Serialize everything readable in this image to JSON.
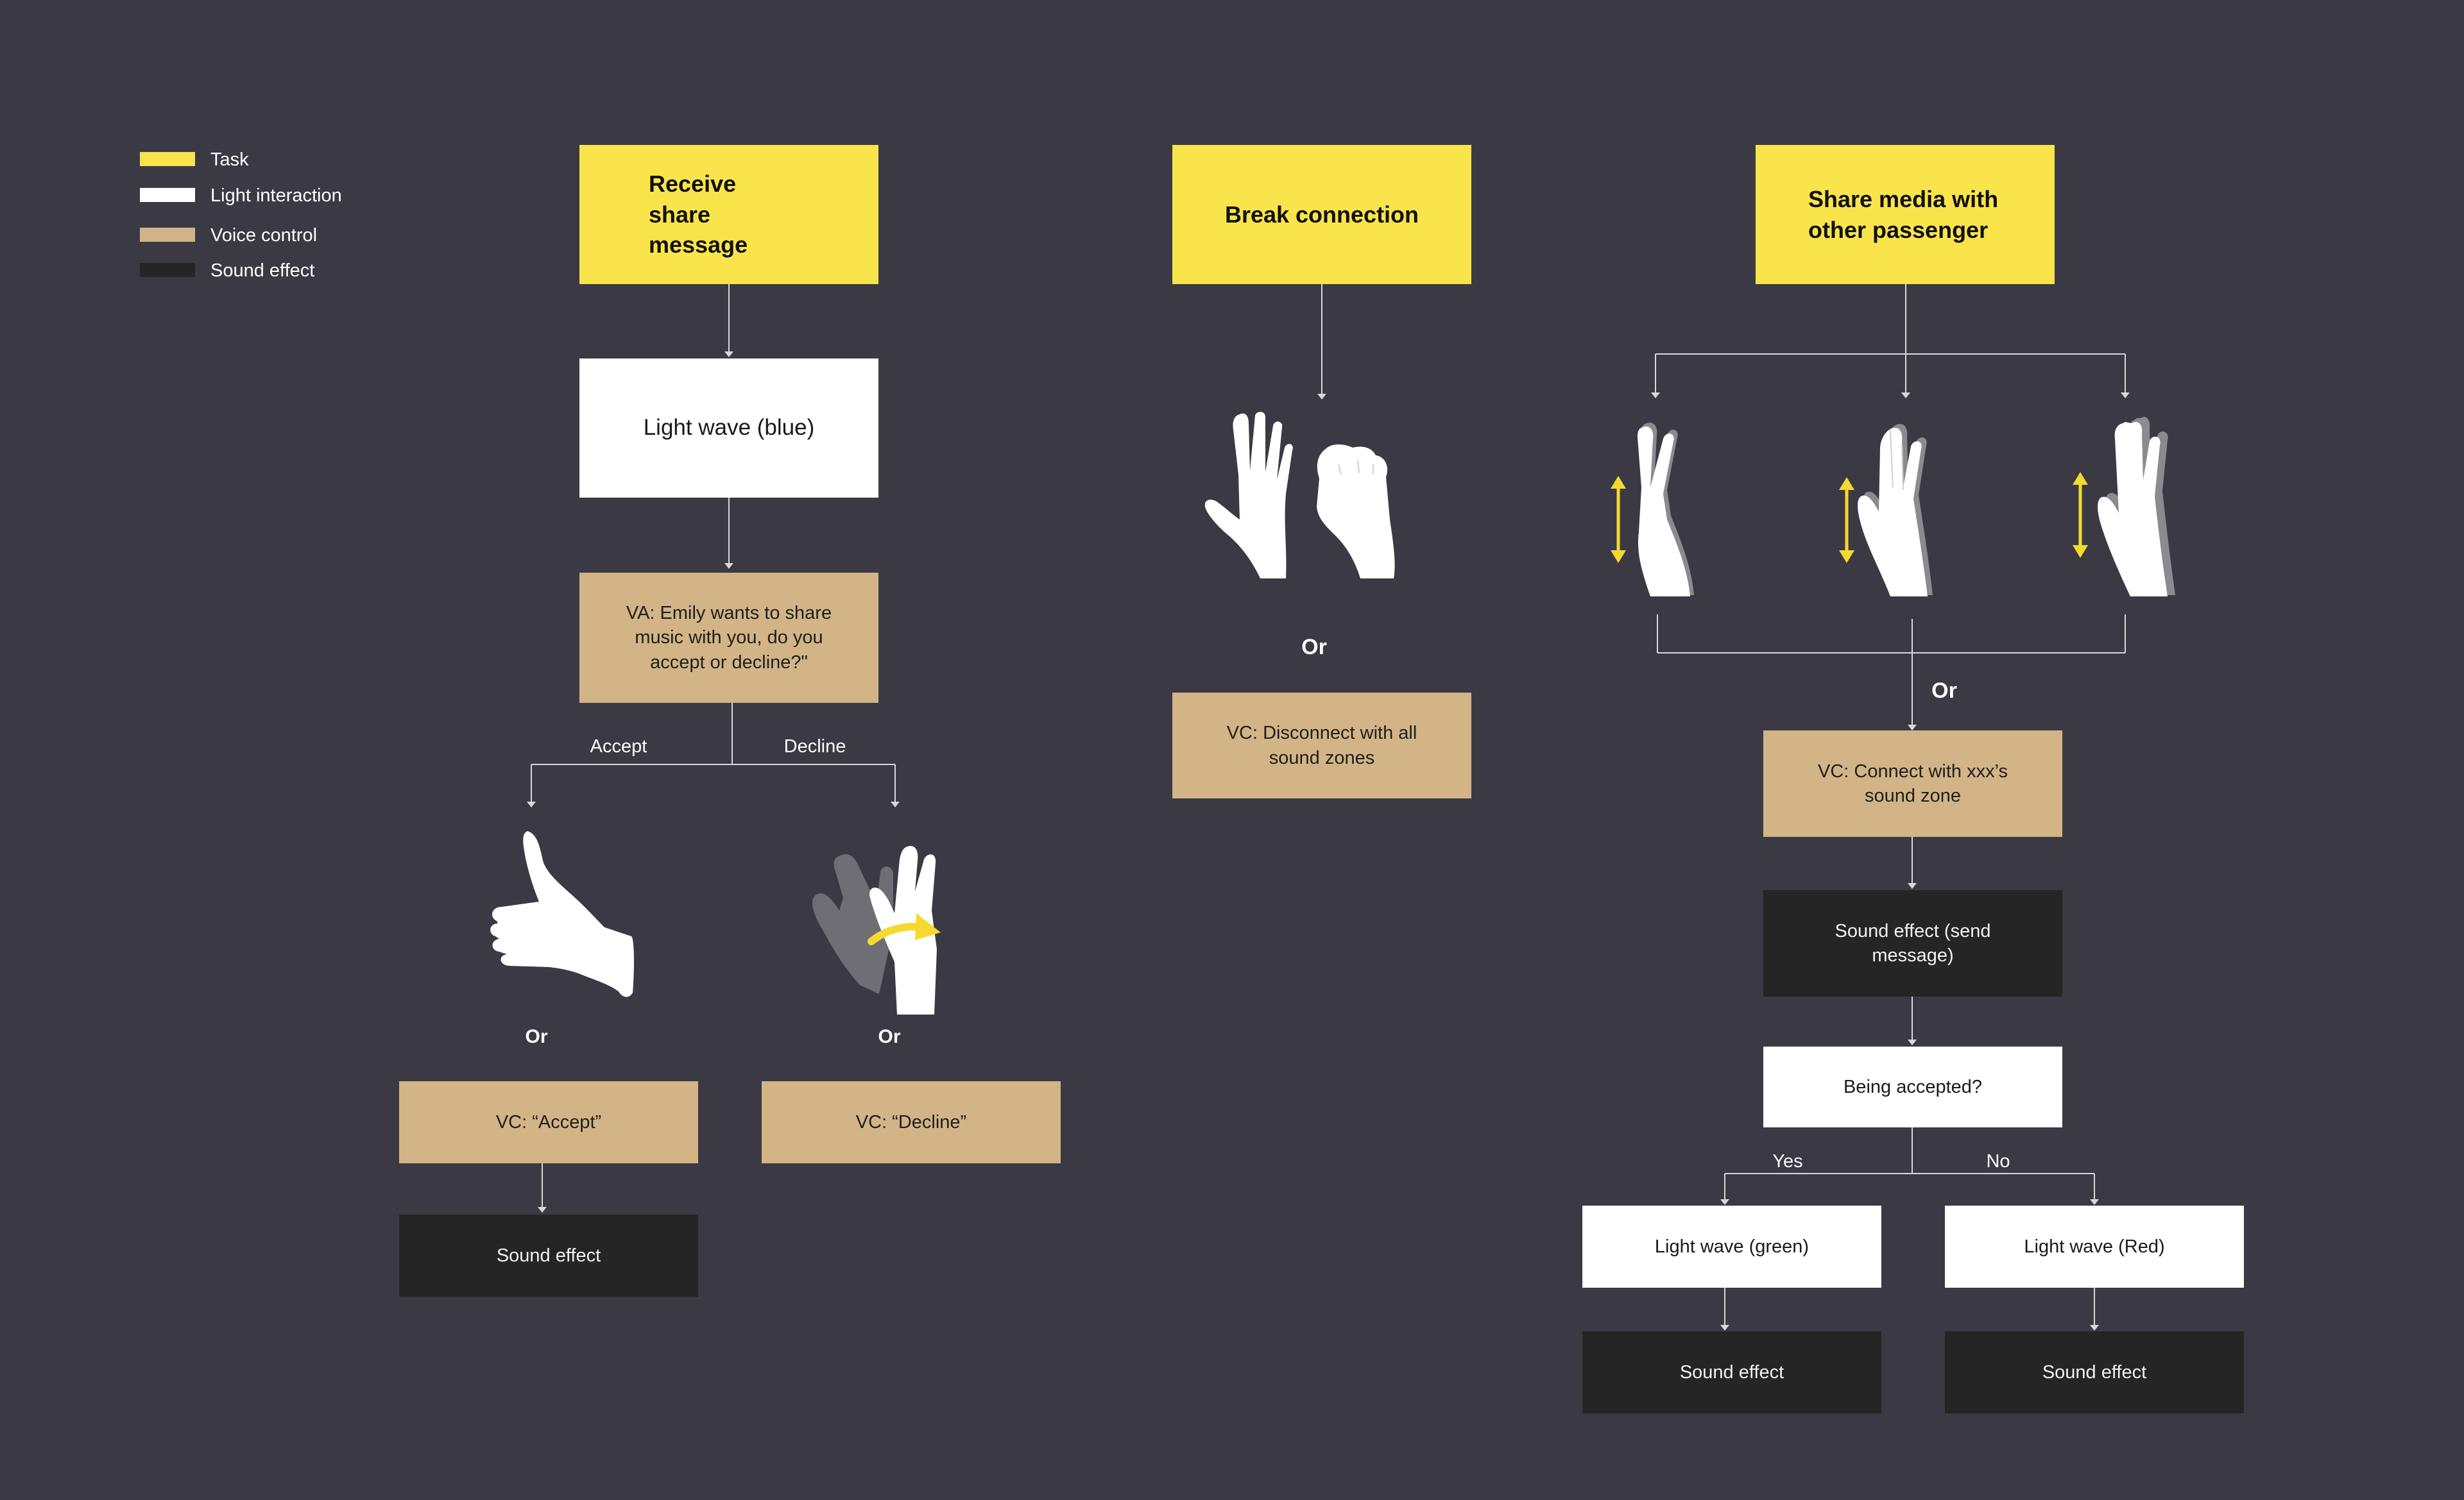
{
  "legend": {
    "task": {
      "label": "Task",
      "color": "#f9e44b"
    },
    "light": {
      "label": "Light interaction",
      "color": "#ffffff"
    },
    "voice": {
      "label": "Voice control",
      "color": "#d2b486"
    },
    "sound": {
      "label": "Sound effect",
      "color": "#252525"
    }
  },
  "flow1": {
    "task": "Receive share message",
    "light": "Light wave (blue)",
    "voice": "VA: Emily wants to share music with you, do you accept or decline?\"",
    "accept_label": "Accept",
    "decline_label": "Decline",
    "or_left": "Or",
    "or_right": "Or",
    "vc_accept": "VC: “Accept”",
    "vc_decline": "VC: “Decline”",
    "sound": "Sound effect"
  },
  "flow2": {
    "task": "Break connection",
    "or": "Or",
    "vc": "VC: Disconnect with all sound zones"
  },
  "flow3": {
    "task": "Share media with other passenger",
    "or": "Or",
    "vc": "VC: Connect with xxx’s sound zone",
    "sound_send": "Sound effect (send message)",
    "question": "Being accepted?",
    "yes_label": "Yes",
    "no_label": "No",
    "light_green": "Light wave (green)",
    "light_red": "Light wave (Red)",
    "sound_left": "Sound effect",
    "sound_right": "Sound effect"
  },
  "icons": {
    "thumbs_up": "thumbs-up-icon",
    "wrist_rotate": "hand-rotate-icon",
    "open_hand_fist": "open-hand-and-fist-icon",
    "two_fingers": "two-fingers-swipe-icon",
    "three_fingers": "three-fingers-swipe-icon",
    "four_fingers": "four-fingers-swipe-icon",
    "arrow_color": "#f5d930",
    "line_color": "#d8d8d8"
  }
}
